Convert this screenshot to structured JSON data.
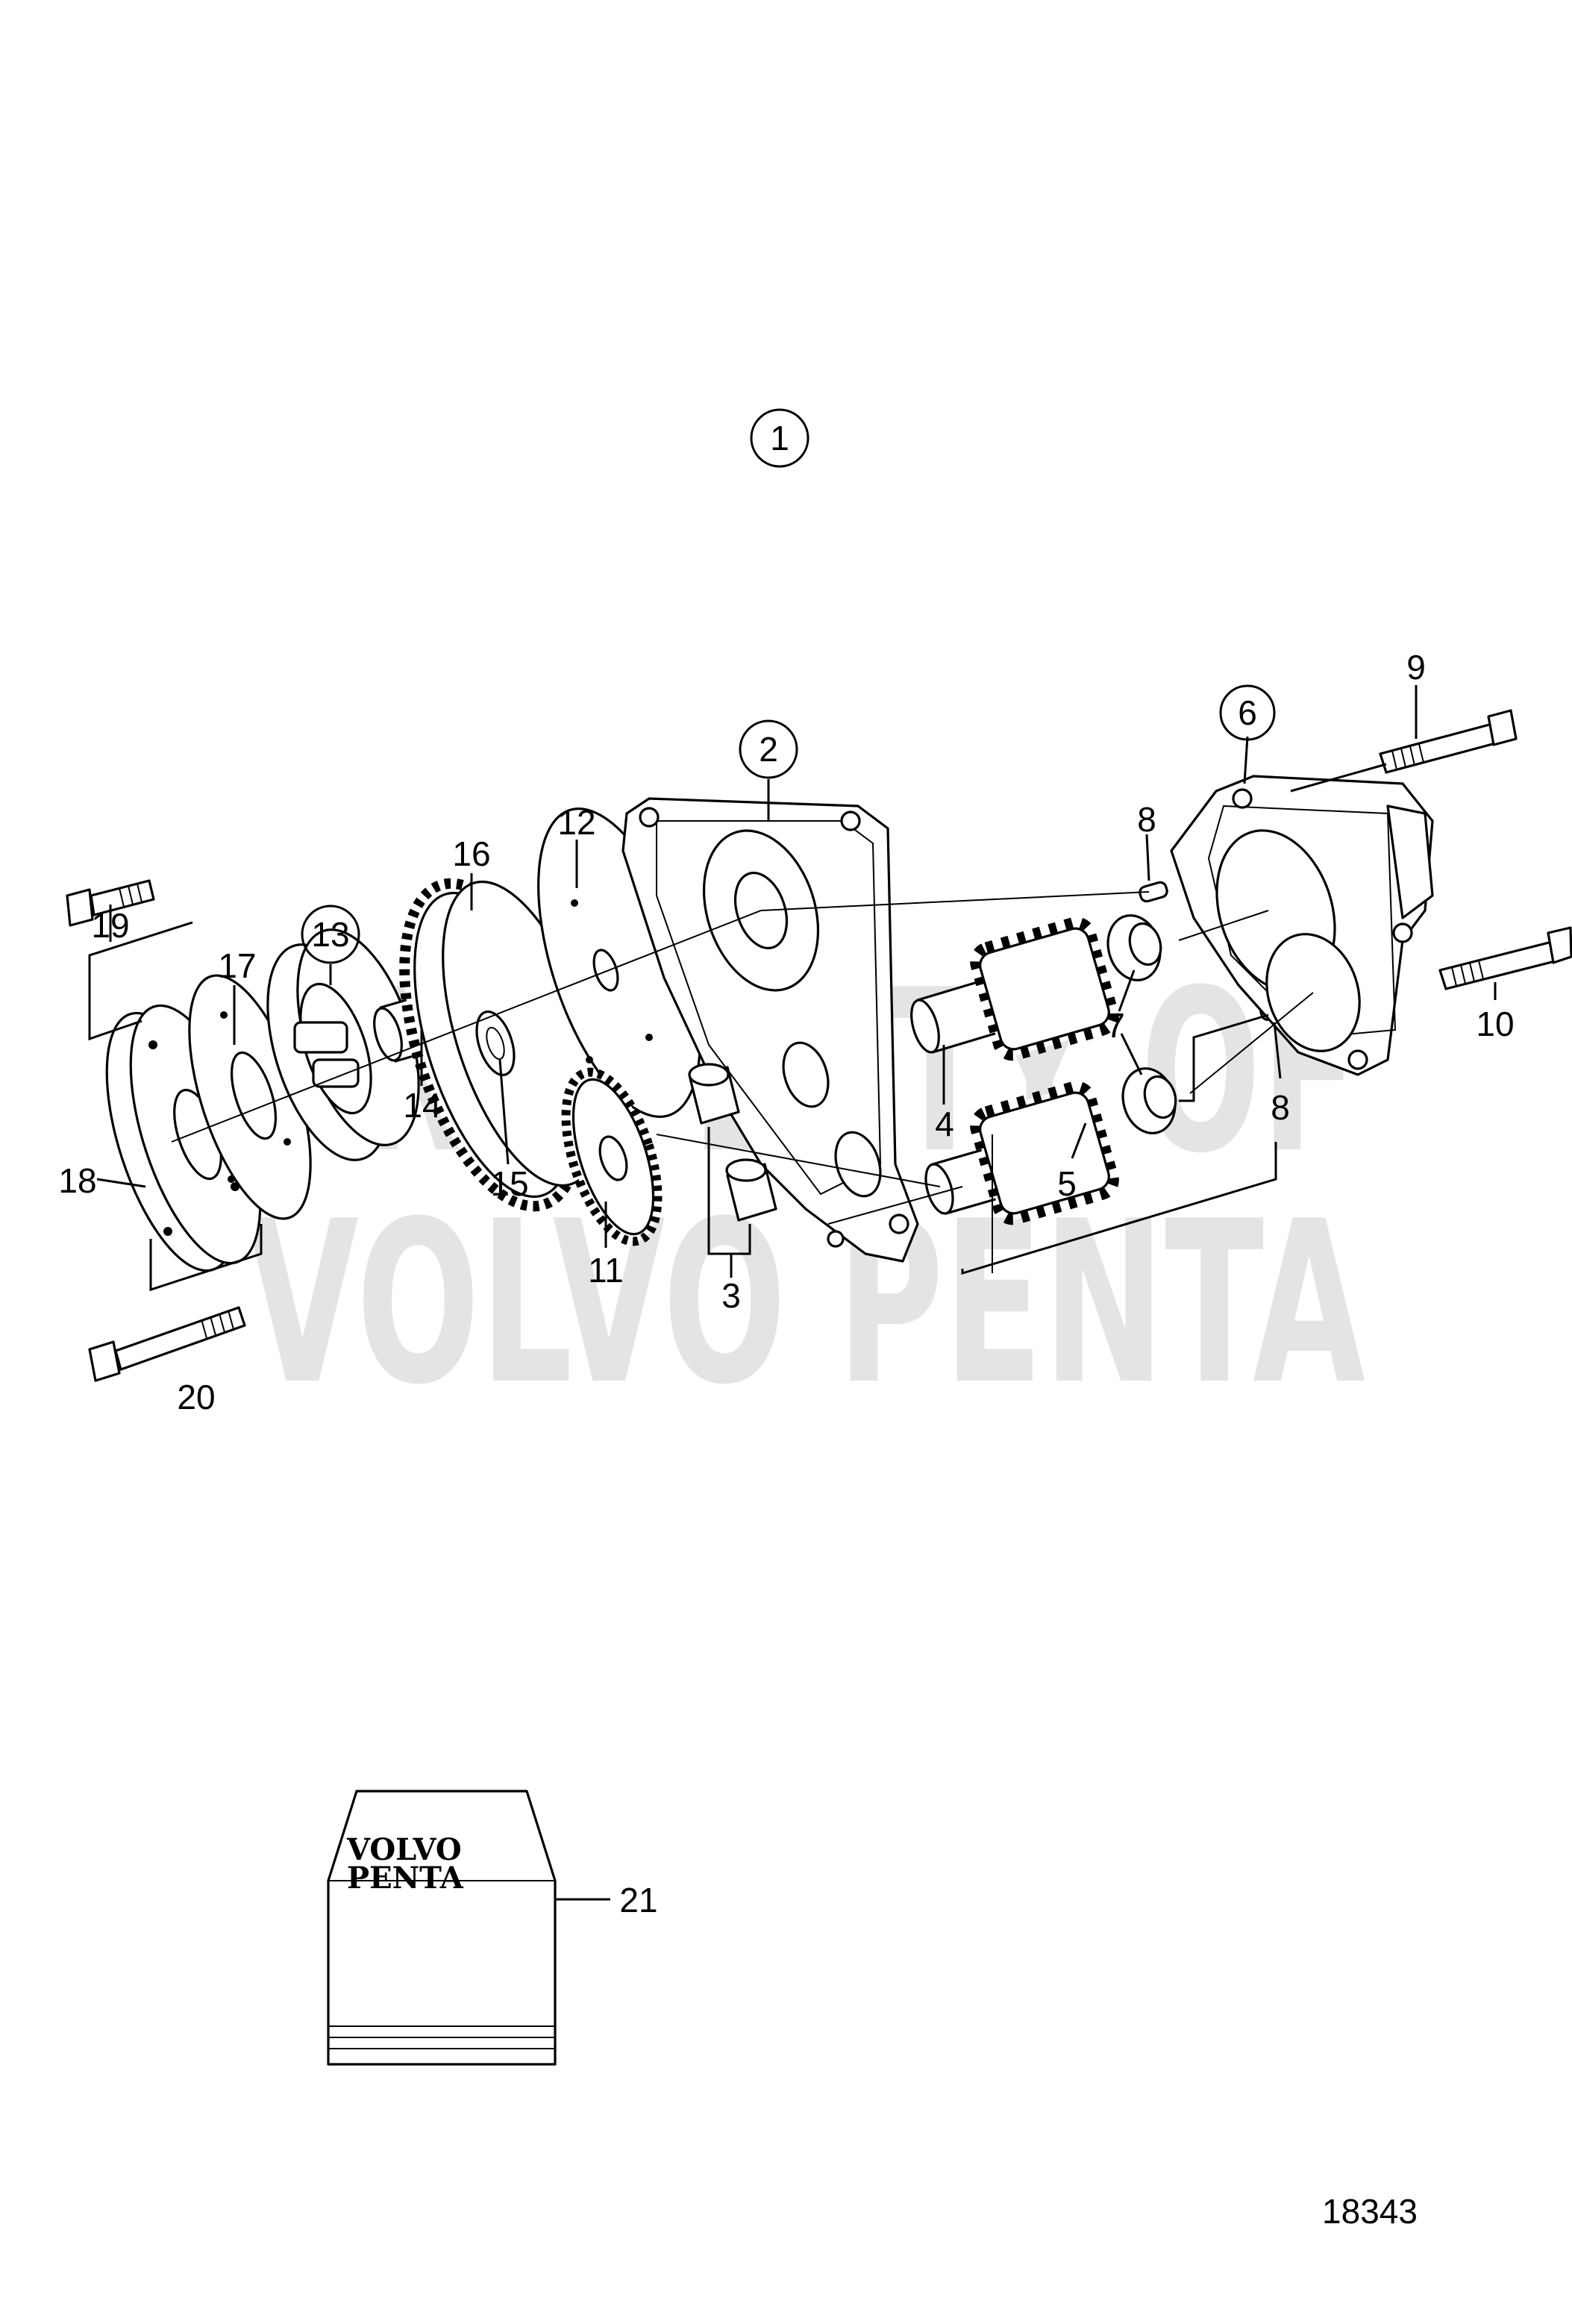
{
  "diagram": {
    "watermark": [
      "PROPERTY OF",
      "VOLVO PENTA"
    ],
    "drawing_number": "18343",
    "manual_logo": [
      "VOLVO",
      "PENTA"
    ],
    "callouts": [
      {
        "id": "c1",
        "text": "1",
        "circled": true
      },
      {
        "id": "c2",
        "text": "2",
        "circled": true
      },
      {
        "id": "c3",
        "text": "3",
        "circled": false
      },
      {
        "id": "c4",
        "text": "4",
        "circled": false
      },
      {
        "id": "c5",
        "text": "5",
        "circled": false
      },
      {
        "id": "c6",
        "text": "6",
        "circled": true
      },
      {
        "id": "c7",
        "text": "7",
        "circled": false
      },
      {
        "id": "c8a",
        "text": "8",
        "circled": false
      },
      {
        "id": "c8b",
        "text": "8",
        "circled": false
      },
      {
        "id": "c9",
        "text": "9",
        "circled": false
      },
      {
        "id": "c10",
        "text": "10",
        "circled": false
      },
      {
        "id": "c11",
        "text": "11",
        "circled": false
      },
      {
        "id": "c12",
        "text": "12",
        "circled": false
      },
      {
        "id": "c13",
        "text": "13",
        "circled": true
      },
      {
        "id": "c14",
        "text": "14",
        "circled": false
      },
      {
        "id": "c15",
        "text": "15",
        "circled": false
      },
      {
        "id": "c16",
        "text": "16",
        "circled": false
      },
      {
        "id": "c17",
        "text": "17",
        "circled": false
      },
      {
        "id": "c18",
        "text": "18",
        "circled": false
      },
      {
        "id": "c19",
        "text": "19",
        "circled": false
      },
      {
        "id": "c20",
        "text": "20",
        "circled": false
      },
      {
        "id": "c21",
        "text": "21",
        "circled": false
      }
    ]
  }
}
